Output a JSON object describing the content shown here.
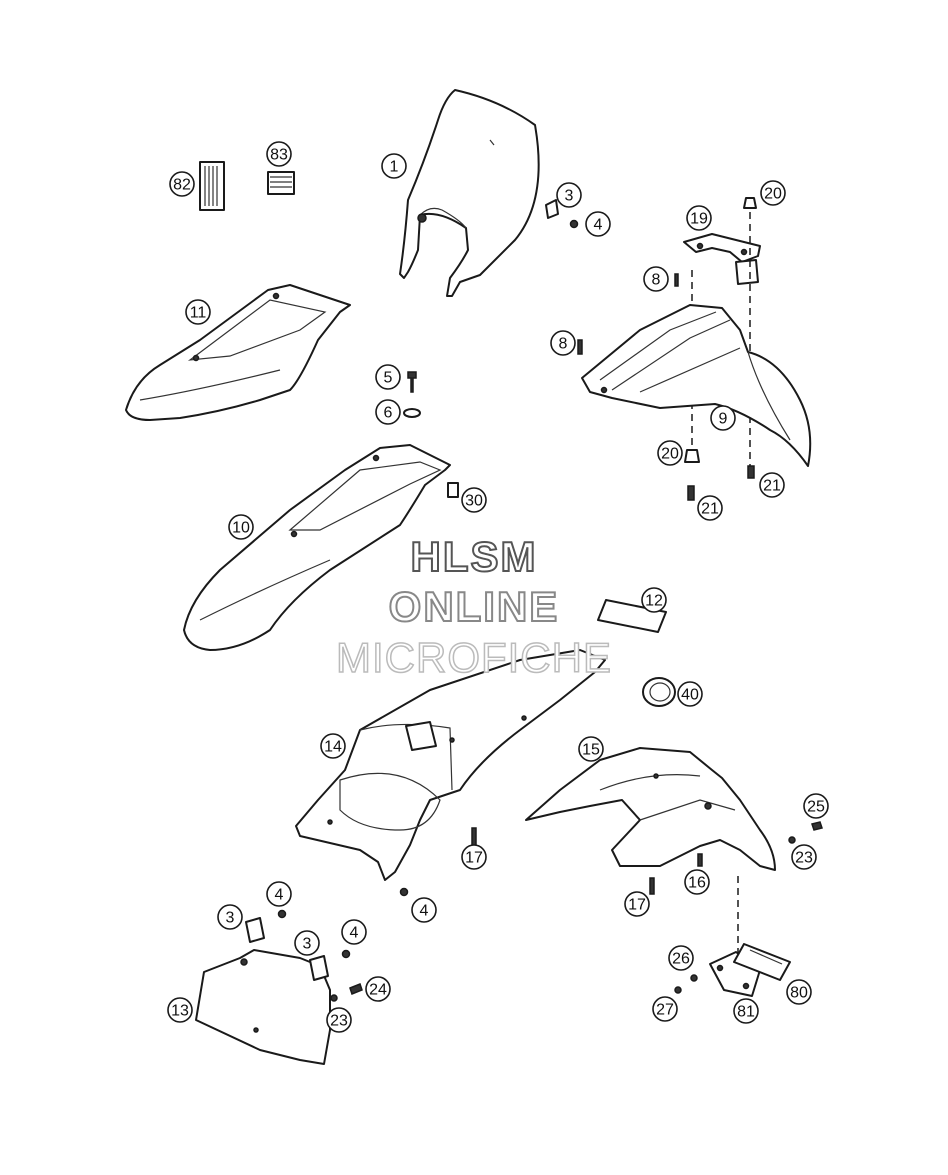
{
  "watermark": {
    "line1": "HLSM",
    "line2": "ONLINE",
    "line3": "MICROFICHE"
  },
  "callouts": [
    "1",
    "3",
    "4",
    "82",
    "83",
    "20",
    "19",
    "8",
    "8",
    "11",
    "5",
    "6",
    "9",
    "20",
    "21",
    "21",
    "10",
    "30",
    "12",
    "40",
    "14",
    "15",
    "25",
    "23",
    "17",
    "16",
    "17",
    "4",
    "3",
    "4",
    "3",
    "4",
    "24",
    "13",
    "23",
    "26",
    "27",
    "81",
    "80"
  ]
}
